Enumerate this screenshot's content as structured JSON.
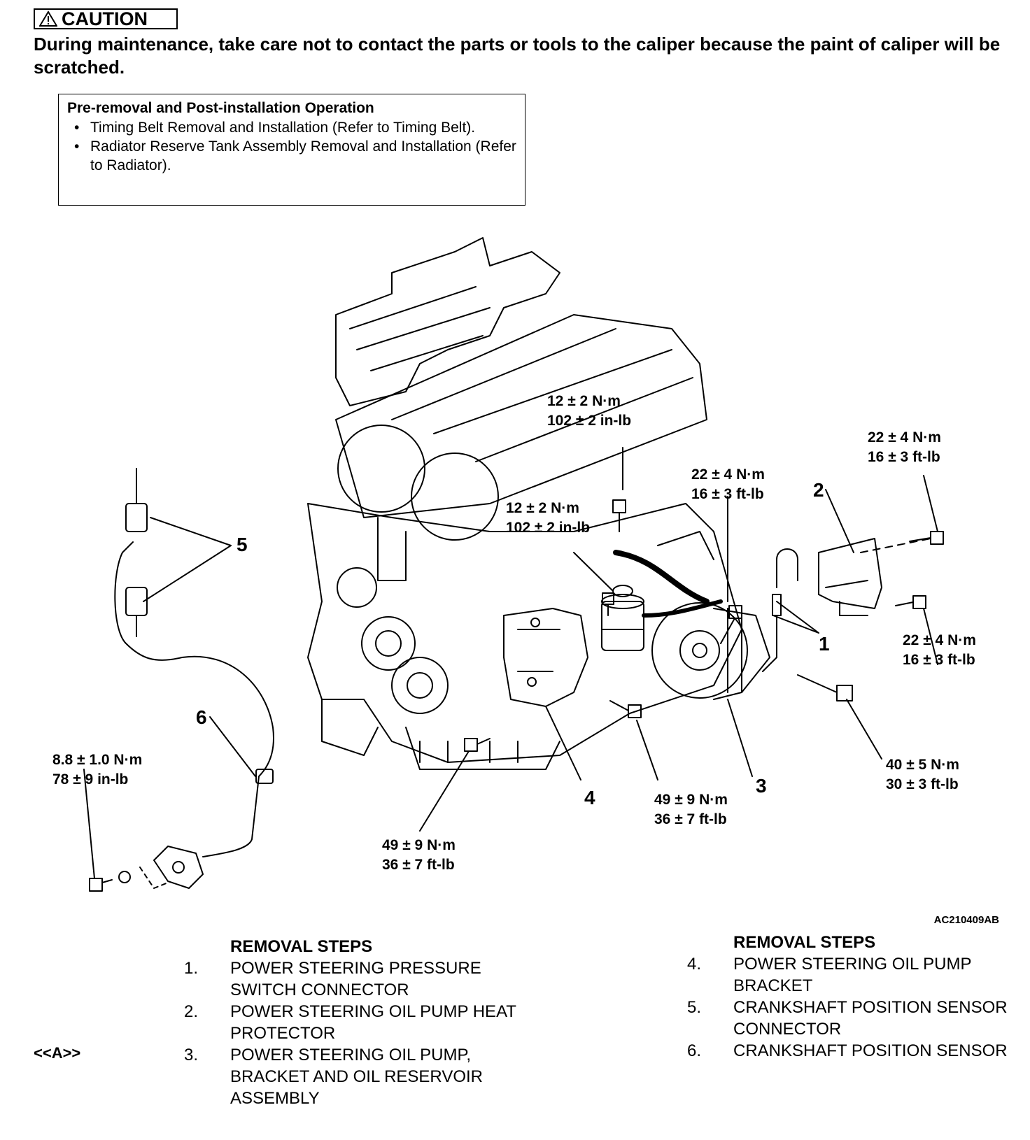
{
  "caution": {
    "icon": "warning-triangle-icon",
    "label": "CAUTION",
    "text": "During maintenance, take care not to contact the parts or tools to the caliper because the paint of caliper will be scratched."
  },
  "pre_op": {
    "heading": "Pre-removal and Post-installation Operation",
    "items": [
      "Timing Belt Removal and Installation (Refer to Timing Belt).",
      "Radiator Reserve Tank Assembly Removal and Installation (Refer to Radiator)."
    ]
  },
  "diagram": {
    "torque_labels": [
      {
        "line1": "12 ± 2 N·m",
        "line2": "102 ± 2 in-lb"
      },
      {
        "line1": "12 ± 2 N·m",
        "line2": "102 ± 2 in-lb"
      },
      {
        "line1": "22 ± 4 N·m",
        "line2": "16 ± 3 ft-lb"
      },
      {
        "line1": "22 ± 4 N·m",
        "line2": "16 ± 3 ft-lb"
      },
      {
        "line1": "22 ± 4 N·m",
        "line2": "16 ± 3 ft-lb"
      },
      {
        "line1": "40 ± 5 N·m",
        "line2": "30 ± 3 ft-lb"
      },
      {
        "line1": "49 ± 9 N·m",
        "line2": "36 ± 7 ft-lb"
      },
      {
        "line1": "49 ± 9 N·m",
        "line2": "36 ± 7 ft-lb"
      },
      {
        "line1": "8.8 ± 1.0 N·m",
        "line2": "78 ± 9 in-lb"
      }
    ],
    "callouts": [
      "1",
      "2",
      "3",
      "4",
      "5",
      "6"
    ],
    "figure_code": "AC210409AB"
  },
  "removal_steps": {
    "title": "REMOVAL STEPS",
    "marker": "<<A>>",
    "left": [
      {
        "num": "1.",
        "text": "POWER STEERING PRESSURE SWITCH CONNECTOR"
      },
      {
        "num": "2.",
        "text": "POWER STEERING OIL PUMP HEAT PROTECTOR"
      },
      {
        "num": "3.",
        "text": "POWER STEERING OIL PUMP, BRACKET AND OIL RESERVOIR ASSEMBLY"
      }
    ],
    "right": [
      {
        "num": "4.",
        "text": "POWER STEERING OIL PUMP BRACKET"
      },
      {
        "num": "5.",
        "text": "CRANKSHAFT POSITION SENSOR CONNECTOR"
      },
      {
        "num": "6.",
        "text": "CRANKSHAFT POSITION SENSOR"
      }
    ]
  }
}
